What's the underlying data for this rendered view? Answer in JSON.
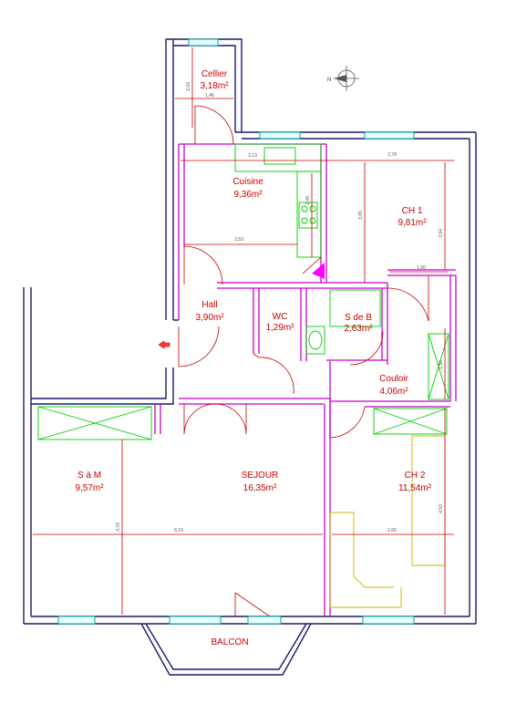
{
  "rooms": [
    {
      "id": "cellier",
      "name": "Cellier",
      "area": "3,18m²"
    },
    {
      "id": "cuisine",
      "name": "Cuisine",
      "area": "9,36m²"
    },
    {
      "id": "ch1",
      "name": "CH 1",
      "area": "9,81m²"
    },
    {
      "id": "hall",
      "name": "Hall",
      "area": "3,90m²"
    },
    {
      "id": "wc",
      "name": "WC",
      "area": "1,29m²"
    },
    {
      "id": "sdb",
      "name": "S de B",
      "area": "2,63m²"
    },
    {
      "id": "couloir",
      "name": "Couloir",
      "area": "4,06m²"
    },
    {
      "id": "sam",
      "name": "S à M",
      "area": "9,57m²"
    },
    {
      "id": "sejour",
      "name": "SEJOUR",
      "area": "16,35m²"
    },
    {
      "id": "ch2",
      "name": "CH 2",
      "area": "11,54m²"
    },
    {
      "id": "balcon",
      "name": "BALCON",
      "area": ""
    }
  ],
  "dimensions": {
    "cellier_width": "1,46",
    "cellier_height": "2,03",
    "cuisine_top": "3,13",
    "ch1_width": "2,78",
    "cuisine_mid": "2,53",
    "cuisine_side": "2,49",
    "ch1_height_left": "3,65",
    "ch1_height_right": "3,94",
    "couloir_top": "1,50",
    "couloir_side": "1,56",
    "sam_height": "3,78",
    "sejour_width": "6,19",
    "ch2_width": "2,60",
    "ch2_height": "4,53"
  },
  "north": {
    "symbol": "N"
  },
  "colors": {
    "walls": "#1a1a6e",
    "partitions": "#cc00cc",
    "dimension_lines": "#cc0000",
    "fixtures": "#00cc00",
    "windows": "#00aaaa",
    "furniture": "#c8b400"
  }
}
